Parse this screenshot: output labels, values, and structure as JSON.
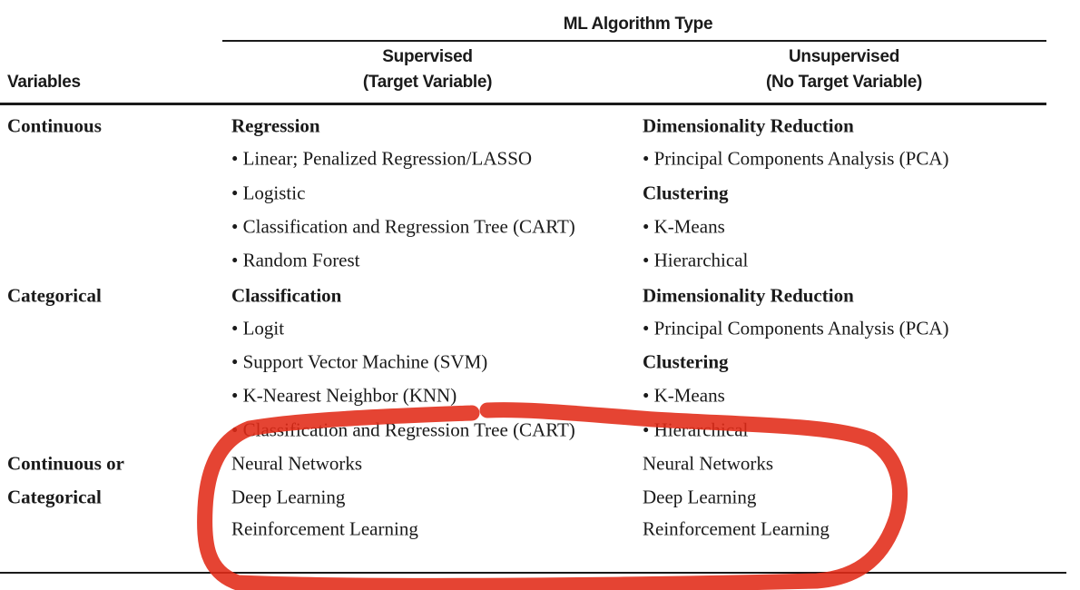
{
  "header": {
    "group_title": "ML Algorithm Type",
    "variables_label": "Variables",
    "supervised": {
      "title": "Supervised",
      "subtitle": "(Target Variable)"
    },
    "unsupervised": {
      "title": "Unsupervised",
      "subtitle": "(No Target Variable)"
    }
  },
  "rows": [
    {
      "variable": "Continuous",
      "supervised": "Regression",
      "unsupervised": "Dimensionality Reduction",
      "bold": true
    },
    {
      "variable": "",
      "supervised": "• Linear; Penalized Regression/LASSO",
      "unsupervised": "• Principal Components Analysis (PCA)"
    },
    {
      "variable": "",
      "supervised": "• Logistic",
      "unsupervised": "Clustering",
      "bold_unsup": true
    },
    {
      "variable": "",
      "supervised": "• Classification and Regression Tree (CART)",
      "unsupervised": "• K-Means"
    },
    {
      "variable": "",
      "supervised": "• Random Forest",
      "unsupervised": "• Hierarchical"
    },
    {
      "variable": "Categorical",
      "supervised": "Classification",
      "unsupervised": "Dimensionality Reduction",
      "bold": true
    },
    {
      "variable": "",
      "supervised": "• Logit",
      "unsupervised": "• Principal Components Analysis (PCA)"
    },
    {
      "variable": "",
      "supervised": "• Support Vector Machine (SVM)",
      "unsupervised": "Clustering",
      "bold_unsup": true
    },
    {
      "variable": "",
      "supervised": "• K-Nearest Neighbor (KNN)",
      "unsupervised": "• K-Means"
    },
    {
      "variable": "",
      "supervised": "• Classification and Regression Tree (CART)",
      "unsupervised": "• Hierarchical"
    },
    {
      "variable": "Continuous or",
      "supervised": "Neural Networks",
      "unsupervised": "Neural Networks"
    },
    {
      "variable": "Categorical",
      "supervised": "Deep Learning",
      "unsupervised": "Deep Learning"
    },
    {
      "variable": "",
      "supervised": "Reinforcement Learning",
      "unsupervised": "Reinforcement Learning"
    }
  ],
  "annotation_color": "#e12a17"
}
